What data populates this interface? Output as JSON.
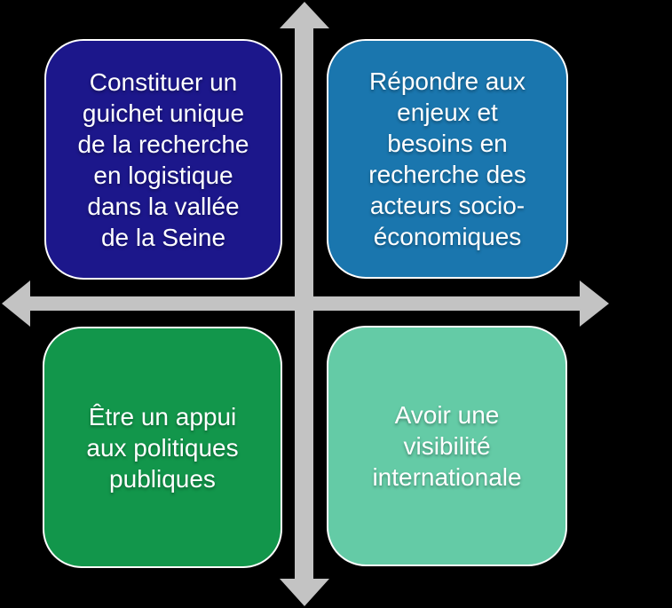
{
  "diagram": {
    "background_color": "#000000",
    "axes": {
      "color": "#c3c3c3",
      "style": "double-headed-cross"
    },
    "quadrants": [
      {
        "position": "top-left",
        "label": "Constituer un\nguichet unique\nde la recherche\nen logistique\ndans la vallée\nde la Seine",
        "fill": "#1c178b",
        "text_color": "#ffffff"
      },
      {
        "position": "top-right",
        "label": "Répondre aux\nenjeux et\nbesoins en\nrecherche des\nacteurs socio-\néconomiques",
        "fill": "#1a76ae",
        "text_color": "#ffffff"
      },
      {
        "position": "bottom-left",
        "label": "Être un appui\naux politiques\npubliques",
        "fill": "#12964b",
        "text_color": "#ffffff"
      },
      {
        "position": "bottom-right",
        "label": "Avoir une\nvisibilité\ninternationale",
        "fill": "#64cba6",
        "text_color": "#ffffff"
      }
    ]
  }
}
